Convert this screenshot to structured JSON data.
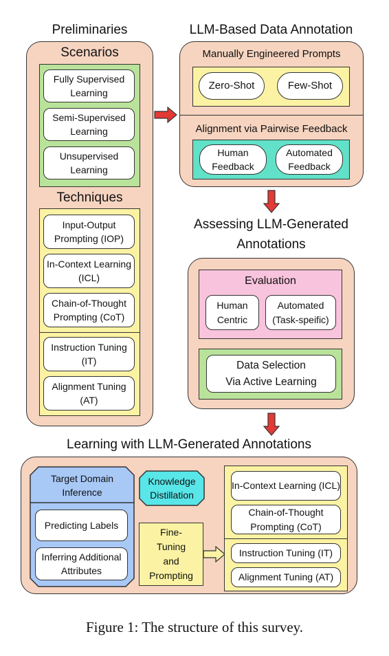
{
  "preliminaries": {
    "title": "Preliminaries",
    "scenarios": {
      "heading": "Scenarios",
      "items": [
        "Fully Supervised Learning",
        "Semi-Supervised Learning",
        "Unsupervised Learning"
      ]
    },
    "techniques": {
      "heading": "Techniques",
      "items": [
        "Input-Output Prompting (IOP)",
        "In-Context Learning (ICL)",
        "Chain-of-Thought Prompting (CoT)",
        "Instruction Tuning (IT)",
        "Alignment Tuning (AT)"
      ]
    }
  },
  "annotation": {
    "title": "LLM-Based Data Annotation",
    "manual": {
      "heading": "Manually Engineered Prompts",
      "items": [
        "Zero-Shot",
        "Few-Shot"
      ]
    },
    "alignment": {
      "heading": "Alignment via Pairwise Feedback",
      "items": [
        "Human Feedback",
        "Automated Feedback"
      ]
    }
  },
  "assessing": {
    "title_line1": "Assessing LLM-Generated",
    "title_line2": "Annotations",
    "evaluation": {
      "heading": "Evaluation",
      "items": [
        "Human Centric",
        "Automated (Task-speific)"
      ]
    },
    "selection": {
      "line1": "Data Selection",
      "line2": "Via Active Learning"
    }
  },
  "learning": {
    "title": "Learning with LLM-Generated Annotations",
    "target": {
      "heading": "Target Domain Inference",
      "items": [
        "Predicting Labels",
        "Inferring Additional Attributes"
      ]
    },
    "distillation": "Knowledge Distillation",
    "finetuning": "Fine-Tuning and Prompting",
    "right_items": [
      "In-Context Learning (ICL)",
      "Chain-of-Thought Prompting (CoT)",
      "Instruction Tuning (IT)",
      "Alignment Tuning (AT)"
    ]
  },
  "caption": "Figure 1: The structure of this survey.",
  "colors": {
    "panel": "#f6d4c0",
    "scenarios": "#b9e39a",
    "techniques": "#fbf3a3",
    "feedback": "#61e1c8",
    "evaluation": "#f8c3dc",
    "target_domain": "#a8c8f6",
    "arrow": "#e53935"
  }
}
